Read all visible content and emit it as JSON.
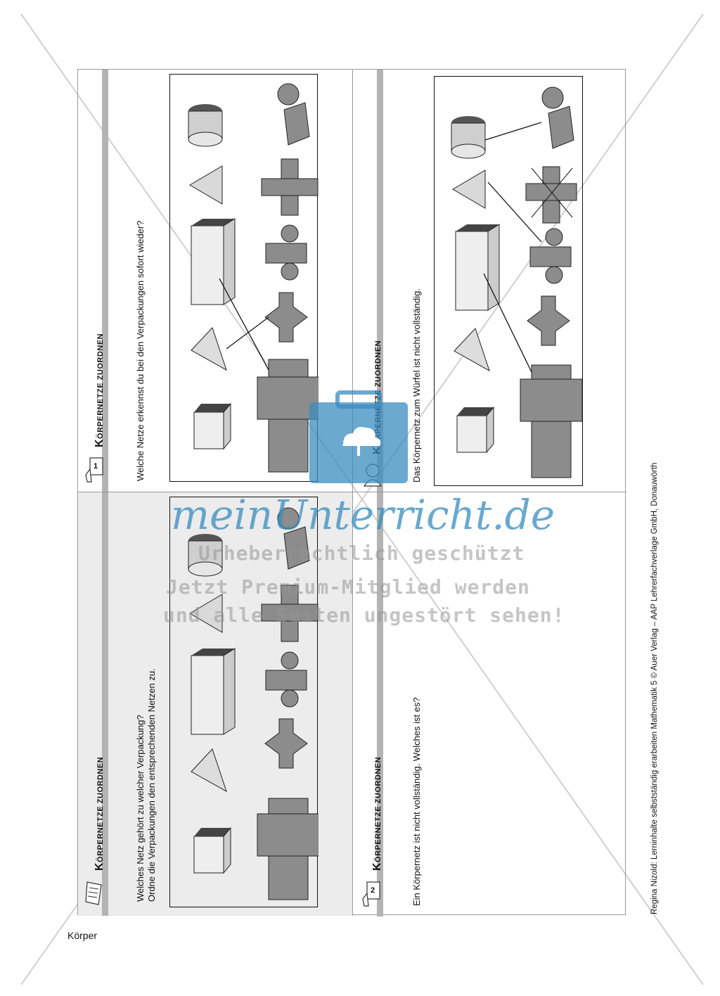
{
  "footer": {
    "section": "Körper"
  },
  "credit": "Regina Nizold: Lerninhalte selbstständig erarbeiten Mathematik 5 © Auer Verlag – AAP Lehrerfachverlage GmbH, Donauwörth",
  "cards": {
    "top_right": {
      "number": "1",
      "title_initial": "K",
      "title_rest": "ÖRPERNETZE ZUORDNEN",
      "question": "Welche Netze erkennst du bei den Verpackungen sofort wieder?"
    },
    "top_left": {
      "title_initial": "K",
      "title_rest": "ÖRPERNETZE ZUORDNEN",
      "question_line1": "Welches Netz gehört zu welcher Verpackung?",
      "question_line2": "Ordne die Verpackungen den entsprechenden Netzen zu."
    },
    "bottom_right": {
      "title_initial": "K",
      "title_rest": "ÖRPERNETZE ZUORDNEN",
      "question": "Das Körpernetz zum Würfel ist nicht vollständig."
    },
    "bottom_left": {
      "number": "2",
      "title_initial": "K",
      "title_rest": "ÖRPERNETZE ZUORDNEN",
      "question": "Ein Körpernetz ist nicht vollständig. Welches ist es?"
    }
  },
  "watermark": {
    "brand": "meinUnterricht.de",
    "line1": "Urheberrechtlich geschützt",
    "line2": "Jetzt Premium-Mitglied werden",
    "line3": "und alle Seiten ungestört sehen!"
  },
  "colors": {
    "net_fill": "#8c8c8c",
    "border": "#999999",
    "stripe": "#b3b3b3",
    "watermark_blue": "#3a8cc0"
  }
}
